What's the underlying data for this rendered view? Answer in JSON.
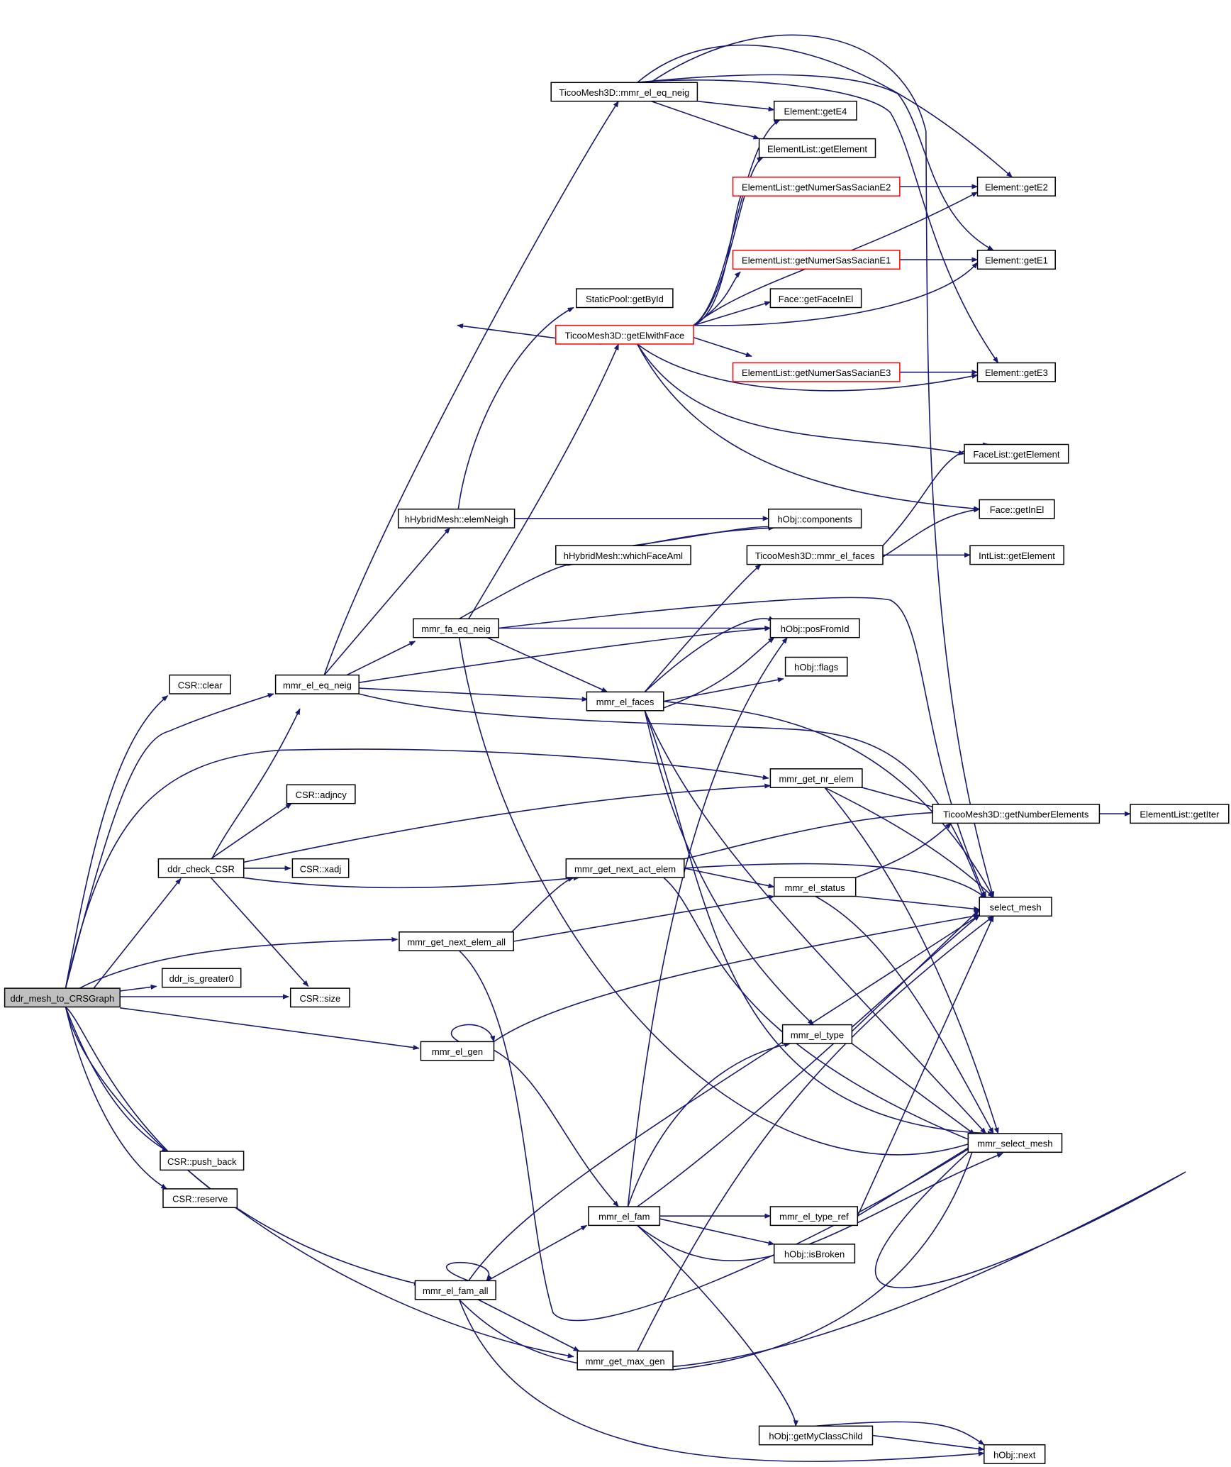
{
  "nodes": [
    {
      "id": "ddr_mesh_to_CRSGraph",
      "label": "ddr_mesh_to_CRSGraph",
      "root": true
    },
    {
      "id": "CSR_clear",
      "label": "CSR::clear"
    },
    {
      "id": "mmr_el_eq_neig",
      "label": "mmr_el_eq_neig"
    },
    {
      "id": "TicooMesh3D_mmr_el_eq_neig",
      "label": "TicooMesh3D::mmr_el_eq_neig"
    },
    {
      "id": "Element_getE4",
      "label": "Element::getE4"
    },
    {
      "id": "ElementList_getElement",
      "label": "ElementList::getElement"
    },
    {
      "id": "ElementList_getNumerSasSacianE2",
      "label": "ElementList::getNumerSasSacianE2",
      "red": true
    },
    {
      "id": "Element_getE2",
      "label": "Element::getE2"
    },
    {
      "id": "ElementList_getNumerSasSacianE1",
      "label": "ElementList::getNumerSasSacianE1",
      "red": true
    },
    {
      "id": "Element_getE1",
      "label": "Element::getE1"
    },
    {
      "id": "Face_getFaceInEl",
      "label": "Face::getFaceInEl"
    },
    {
      "id": "StaticPool_getById",
      "label": "StaticPool::getById"
    },
    {
      "id": "TicooMesh3D_getElwithFace",
      "label": "TicooMesh3D::getElwithFace",
      "red": true
    },
    {
      "id": "ElementList_getNumerSasSacianE3",
      "label": "ElementList::getNumerSasSacianE3",
      "red": true
    },
    {
      "id": "Element_getE3",
      "label": "Element::getE3"
    },
    {
      "id": "FaceList_getElement",
      "label": "FaceList::getElement"
    },
    {
      "id": "Face_getInEl",
      "label": "Face::getInEl"
    },
    {
      "id": "hHybridMesh_elemNeigh",
      "label": "hHybridMesh::elemNeigh"
    },
    {
      "id": "hObj_components",
      "label": "hObj::components"
    },
    {
      "id": "hHybridMesh_whichFaceAml",
      "label": "hHybridMesh::whichFaceAml"
    },
    {
      "id": "TicooMesh3D_mmr_el_faces",
      "label": "TicooMesh3D::mmr_el_faces"
    },
    {
      "id": "IntList_getElement",
      "label": "IntList::getElement"
    },
    {
      "id": "mmr_fa_eq_neig",
      "label": "mmr_fa_eq_neig"
    },
    {
      "id": "hObj_posFromId",
      "label": "hObj::posFromId"
    },
    {
      "id": "hObj_flags",
      "label": "hObj::flags"
    },
    {
      "id": "mmr_el_faces",
      "label": "mmr_el_faces"
    },
    {
      "id": "mmr_get_nr_elem",
      "label": "mmr_get_nr_elem"
    },
    {
      "id": "CSR_adjncy",
      "label": "CSR::adjncy"
    },
    {
      "id": "TicooMesh3D_getNumberElements",
      "label": "TicooMesh3D::getNumberElements"
    },
    {
      "id": "ElementList_getIter",
      "label": "ElementList::getIter"
    },
    {
      "id": "ddr_check_CSR",
      "label": "ddr_check_CSR"
    },
    {
      "id": "CSR_xadj",
      "label": "CSR::xadj"
    },
    {
      "id": "mmr_get_next_act_elem",
      "label": "mmr_get_next_act_elem"
    },
    {
      "id": "mmr_el_status",
      "label": "mmr_el_status"
    },
    {
      "id": "select_mesh",
      "label": "select_mesh"
    },
    {
      "id": "mmr_get_next_elem_all",
      "label": "mmr_get_next_elem_all"
    },
    {
      "id": "ddr_is_greater0",
      "label": "ddr_is_greater0"
    },
    {
      "id": "CSR_size",
      "label": "CSR::size"
    },
    {
      "id": "mmr_el_type",
      "label": "mmr_el_type"
    },
    {
      "id": "mmr_el_gen",
      "label": "mmr_el_gen"
    },
    {
      "id": "mmr_select_mesh",
      "label": "mmr_select_mesh"
    },
    {
      "id": "CSR_push_back",
      "label": "CSR::push_back"
    },
    {
      "id": "CSR_reserve",
      "label": "CSR::reserve"
    },
    {
      "id": "mmr_el_fam",
      "label": "mmr_el_fam"
    },
    {
      "id": "mmr_el_type_ref",
      "label": "mmr_el_type_ref"
    },
    {
      "id": "hObj_isBroken",
      "label": "hObj::isBroken"
    },
    {
      "id": "mmr_el_fam_all",
      "label": "mmr_el_fam_all"
    },
    {
      "id": "mmr_get_max_gen",
      "label": "mmr_get_max_gen"
    },
    {
      "id": "hObj_getMyClassChild",
      "label": "hObj::getMyClassChild"
    },
    {
      "id": "hObj_next",
      "label": "hObj::next"
    }
  ],
  "colors": {
    "edge": "#191970",
    "root_fill": "#bfbfbf",
    "node_border": "#000000",
    "highlight_border": "#ff0000"
  }
}
